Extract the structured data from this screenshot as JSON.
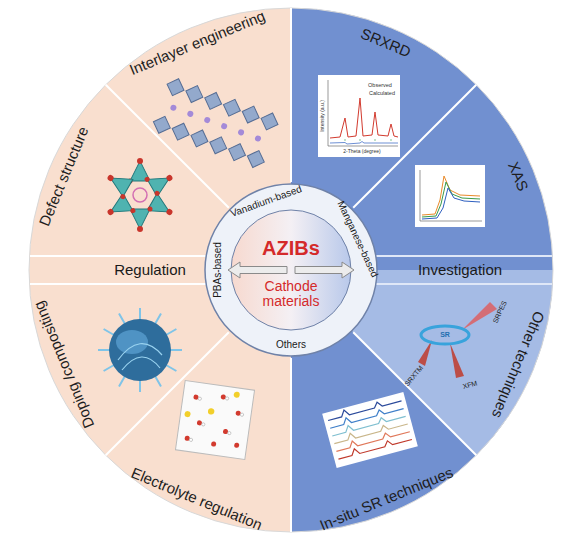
{
  "diagram": {
    "nodes": [
      {
        "text": [
          "Interlayer engineering"
        ]
      },
      {
        "text": [
          "Defect structure"
        ]
      },
      {
        "text": [
          "Doping /compositing"
        ]
      },
      {
        "text": [
          "Electrolyte regulation"
        ]
      },
      {
        "text": [
          "SRXRD"
        ]
      },
      {
        "text": [
          "XAS"
        ]
      },
      {
        "text": [
          "Other techniques"
        ]
      },
      {
        "text": [
          "In-situ SR techniques"
        ]
      },
      {
        "text": [
          "AZIBs",
          "Cathode materials",
          "Vanadium-based",
          "Manganese-based",
          "PBAs-based",
          "Others"
        ]
      }
    ],
    "labels": [
      "Regulation",
      "Investigation",
      "Observed",
      "Calculated",
      "Intensity (a.u.)",
      "2-Theta (degree)",
      "SR",
      "SRPES",
      "XFM",
      "SRXTM"
    ]
  }
}
